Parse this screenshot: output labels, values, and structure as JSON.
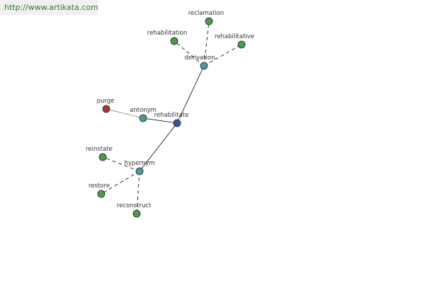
{
  "watermark": "http://www.artikata.com",
  "colors": {
    "center": "#3f4f9f",
    "relation": "#4a9a9a",
    "word": "#4a9a4a",
    "antonym_word": "#a33a3a",
    "line": "#000000"
  },
  "nodes": [
    {
      "id": "rehabilitate",
      "label": "rehabilitate",
      "kind": "center"
    },
    {
      "id": "derivation",
      "label": "derivation",
      "kind": "relation"
    },
    {
      "id": "antonym",
      "label": "antonym",
      "kind": "relation"
    },
    {
      "id": "hypernym",
      "label": "hypernym",
      "kind": "relation"
    },
    {
      "id": "reclamation",
      "label": "reclamation",
      "kind": "word"
    },
    {
      "id": "rehabilitation",
      "label": "rehabilitation",
      "kind": "word"
    },
    {
      "id": "rehabilitative",
      "label": "rehabilitative",
      "kind": "word"
    },
    {
      "id": "purge",
      "label": "purge",
      "kind": "antonym_word"
    },
    {
      "id": "reinstate",
      "label": "reinstate",
      "kind": "word"
    },
    {
      "id": "restore",
      "label": "restore",
      "kind": "word"
    },
    {
      "id": "reconstruct",
      "label": "reconstruct",
      "kind": "word"
    }
  ],
  "edges": [
    {
      "from": "rehabilitate",
      "to": "derivation",
      "style": "solid"
    },
    {
      "from": "rehabilitate",
      "to": "antonym",
      "style": "solid"
    },
    {
      "from": "rehabilitate",
      "to": "hypernym",
      "style": "solid"
    },
    {
      "from": "derivation",
      "to": "reclamation",
      "style": "dashed"
    },
    {
      "from": "derivation",
      "to": "rehabilitation",
      "style": "dashed"
    },
    {
      "from": "derivation",
      "to": "rehabilitative",
      "style": "dashed"
    },
    {
      "from": "antonym",
      "to": "purge",
      "style": "dotted"
    },
    {
      "from": "hypernym",
      "to": "reinstate",
      "style": "dashed"
    },
    {
      "from": "hypernym",
      "to": "restore",
      "style": "dashed"
    },
    {
      "from": "hypernym",
      "to": "reconstruct",
      "style": "dashed"
    }
  ]
}
